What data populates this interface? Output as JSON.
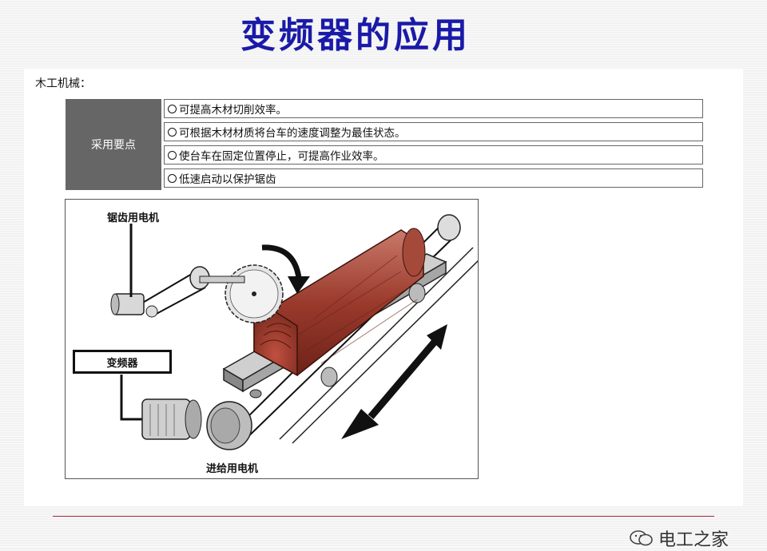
{
  "slide": {
    "title": "变频器的应用"
  },
  "section": {
    "label": "木工机械："
  },
  "table": {
    "header": "采用要点",
    "points": [
      "可提高木材切削效率。",
      "可根据木材材质将台车的速度调整为最佳状态。",
      "使台车在固定位置停止，可提高作业效率。",
      "低速启动以保护锯齿"
    ]
  },
  "diagram": {
    "saw_motor_label": "锯齿用电机",
    "inverter_label": "变频器",
    "feed_motor_label": "进给用电机"
  },
  "footer": {
    "brand": "电工之家",
    "brand_icon": "wechat-icon"
  }
}
